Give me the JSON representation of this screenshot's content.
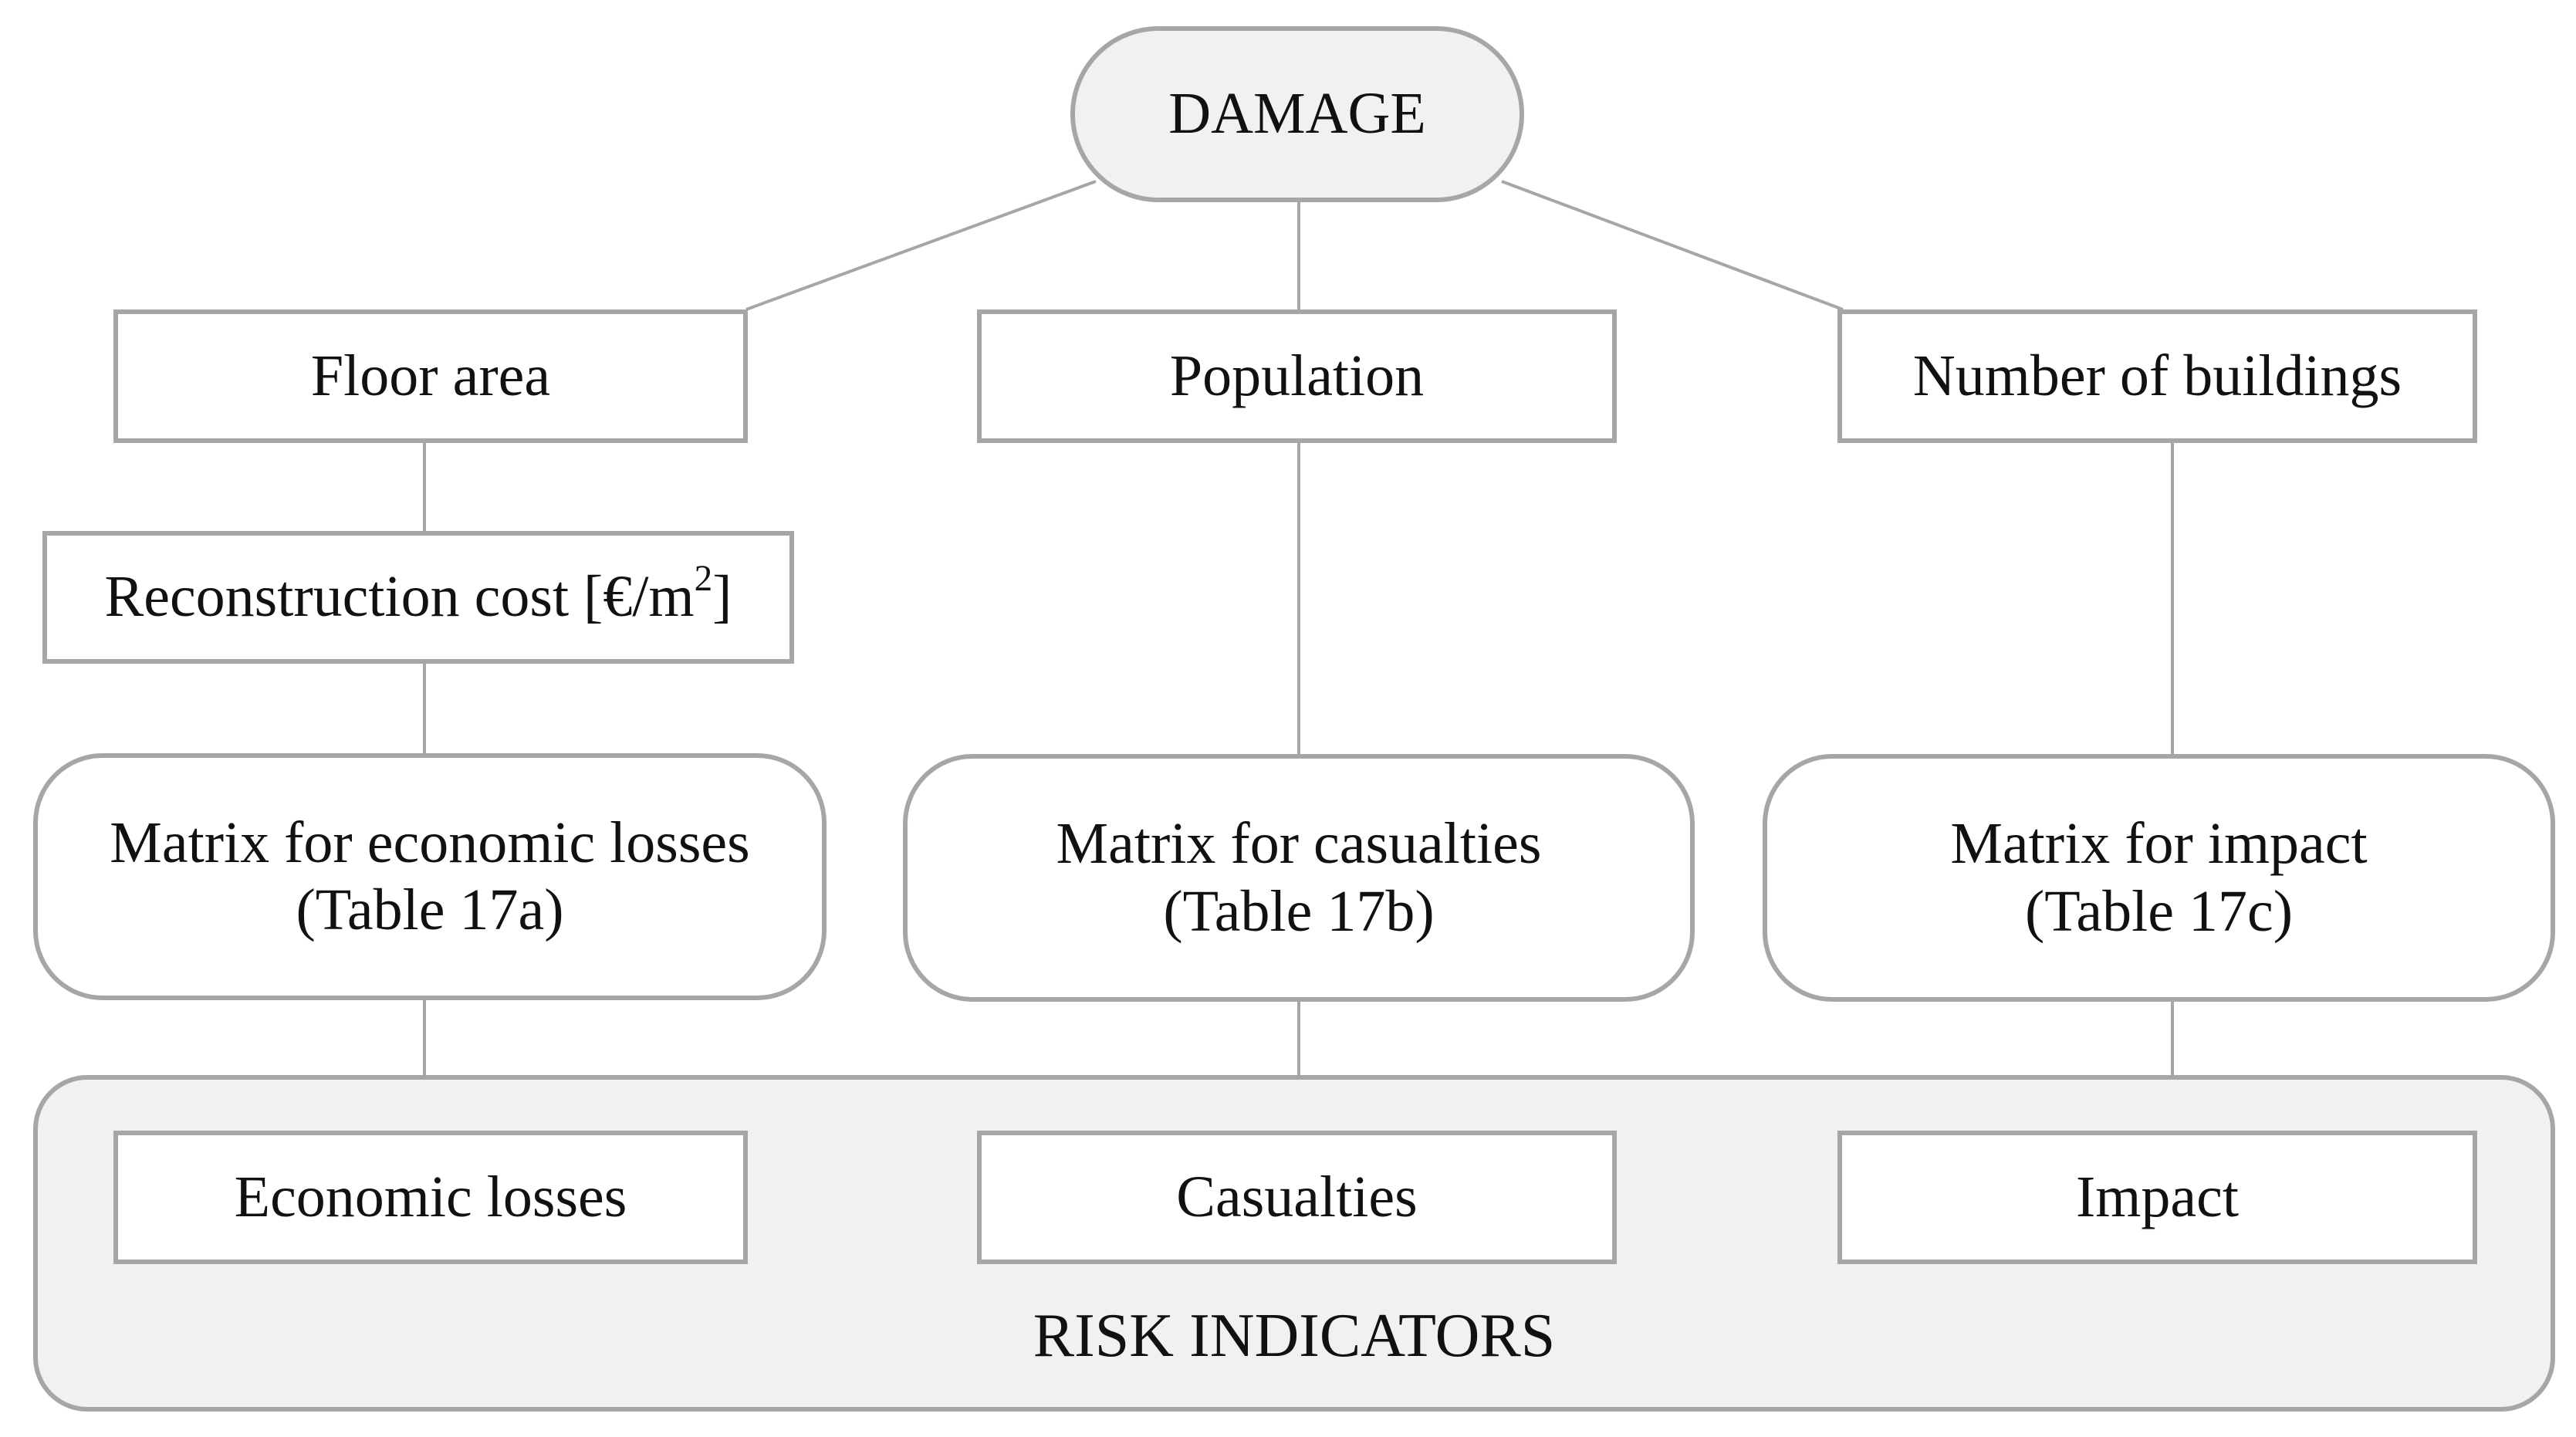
{
  "root": {
    "label": "DAMAGE"
  },
  "level1": {
    "floor_area": "Floor area",
    "population": "Population",
    "buildings": "Number of buildings"
  },
  "reconstruction": {
    "label": "Reconstruction cost [€/m",
    "superscript": "2",
    "suffix": "]"
  },
  "matrices": {
    "economic": {
      "line1": "Matrix for economic losses",
      "line2": "(Table 17a)"
    },
    "casualties": {
      "line1": "Matrix for casualties",
      "line2": "(Table 17b)"
    },
    "impact": {
      "line1": "Matrix for impact",
      "line2": "(Table 17c)"
    }
  },
  "indicators": {
    "title": "RISK INDICATORS",
    "economic": "Economic losses",
    "casualties": "Casualties",
    "impact": "Impact"
  },
  "colors": {
    "border": "#a6a6a6",
    "fill_gray": "#f1f1f1",
    "fill_white": "#ffffff",
    "text": "#111111"
  }
}
